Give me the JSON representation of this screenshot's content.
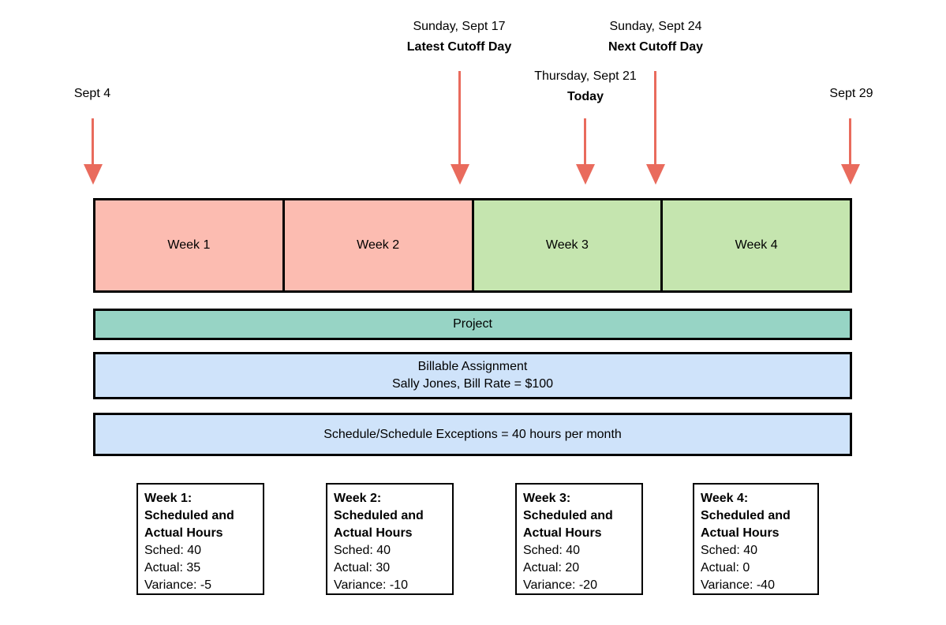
{
  "colors": {
    "past_week": "#FCBCB1",
    "future_week": "#C5E5AF",
    "project_bar": "#97D4C5",
    "assignment_bar": "#CFE3FA",
    "arrow": "#E96B5D"
  },
  "markers": {
    "start": {
      "date": "Sept 4"
    },
    "latest_cutoff": {
      "date": "Sunday, Sept 17",
      "label": "Latest Cutoff Day"
    },
    "today": {
      "date": "Thursday, Sept 21",
      "label": "Today"
    },
    "next_cutoff": {
      "date": "Sunday, Sept 24",
      "label": "Next Cutoff Day"
    },
    "end": {
      "date": "Sept 29"
    }
  },
  "weeks": [
    {
      "label": "Week 1",
      "status": "past"
    },
    {
      "label": "Week 2",
      "status": "past"
    },
    {
      "label": "Week 3",
      "status": "future"
    },
    {
      "label": "Week 4",
      "status": "future"
    }
  ],
  "bars": {
    "project": {
      "label": "Project"
    },
    "billable": {
      "line1": "Billable Assignment",
      "line2": "Sally Jones, Bill Rate = $100"
    },
    "schedule": {
      "label": "Schedule/Schedule Exceptions = 40 hours per month"
    }
  },
  "week_summaries": [
    {
      "title1": "Week 1:",
      "title2": "Scheduled and",
      "title3": "Actual Hours",
      "sched": "Sched: 40",
      "actual": "Actual: 35",
      "variance": "Variance: -5"
    },
    {
      "title1": "Week 2:",
      "title2": "Scheduled and",
      "title3": "Actual Hours",
      "sched": "Sched: 40",
      "actual": "Actual: 30",
      "variance": "Variance: -10"
    },
    {
      "title1": "Week 3:",
      "title2": "Scheduled and",
      "title3": "Actual Hours",
      "sched": "Sched: 40",
      "actual": "Actual: 20",
      "variance": "Variance: -20"
    },
    {
      "title1": "Week 4:",
      "title2": "Scheduled and",
      "title3": "Actual Hours",
      "sched": "Sched: 40",
      "actual": "Actual: 0",
      "variance": "Variance: -40"
    }
  ]
}
